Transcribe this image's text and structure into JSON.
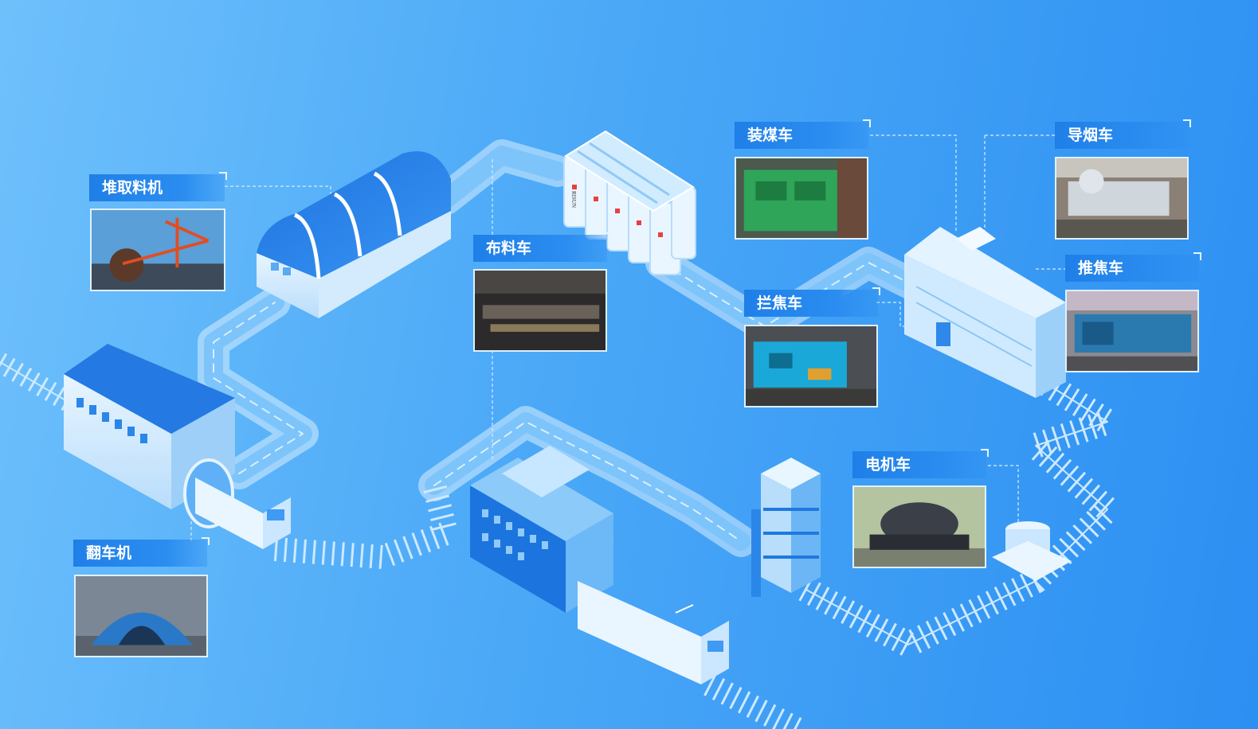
{
  "colors": {
    "bg_start": "#6ec0fb",
    "bg_end": "#2c8ff2",
    "label_bg": "#1f7fe8",
    "track": "#bfe3ff"
  },
  "stations": [
    {
      "id": "stacker",
      "label": "堆取料机",
      "photo_icon": "stacker-reclaimer-photo"
    },
    {
      "id": "tippler",
      "label": "翻车机",
      "photo_icon": "car-dumper-photo"
    },
    {
      "id": "distributor",
      "label": "布料车",
      "photo_icon": "distribution-car-photo"
    },
    {
      "id": "charging",
      "label": "装煤车",
      "photo_icon": "coal-charging-car-photo"
    },
    {
      "id": "smoke",
      "label": "导烟车",
      "photo_icon": "smoke-guide-car-photo"
    },
    {
      "id": "guide",
      "label": "拦焦车",
      "photo_icon": "coke-guide-car-photo"
    },
    {
      "id": "pusher",
      "label": "推焦车",
      "photo_icon": "coke-pusher-car-photo"
    },
    {
      "id": "locomotive",
      "label": "电机车",
      "photo_icon": "electric-locomotive-photo"
    }
  ],
  "silo_brand": "RISUN"
}
